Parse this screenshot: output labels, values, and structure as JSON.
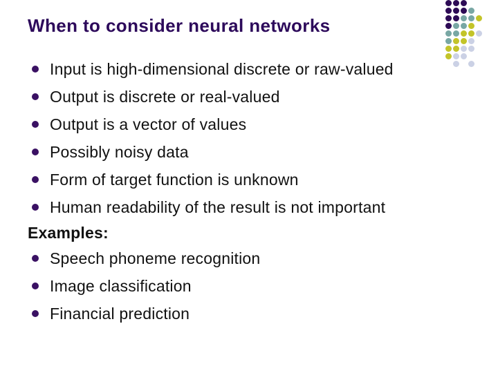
{
  "slide": {
    "title": "When to consider neural networks",
    "bullets_main": [
      "Input is high-dimensional discrete or raw-valued",
      "Output is discrete or real-valued",
      "Output is a vector of values",
      "Possibly noisy data",
      "Form of target function is unknown",
      "Human readability of the result is not important"
    ],
    "examples_label": "Examples:",
    "bullets_examples": [
      "Speech phoneme recognition",
      "Image classification",
      "Financial prediction"
    ]
  },
  "decoration": {
    "dot_grid_rows": [
      [
        "P",
        "P",
        "P"
      ],
      [
        "P",
        "P",
        "P",
        "T"
      ],
      [
        "P",
        "P",
        "T",
        "T",
        "Y"
      ],
      [
        "P",
        "T",
        "T",
        "Y"
      ],
      [
        "T",
        "T",
        "Y",
        "Y",
        "L"
      ],
      [
        "T",
        "Y",
        "Y",
        "L"
      ],
      [
        "Y",
        "Y",
        "L",
        "L"
      ],
      [
        "Y",
        "L",
        "L"
      ],
      [
        ".",
        "L",
        ".",
        "L"
      ]
    ],
    "dot_colors": {
      "P": "#2d0b55",
      "T": "#78a7a4",
      "Y": "#c3c429",
      "L": "#cbd1e5"
    }
  },
  "colors": {
    "background": "#ffffff",
    "title_text": "#2d0a5b",
    "body_text": "#111111",
    "bullet_glyph": "#3a1163",
    "vertical_line": "#1a1a1a"
  }
}
